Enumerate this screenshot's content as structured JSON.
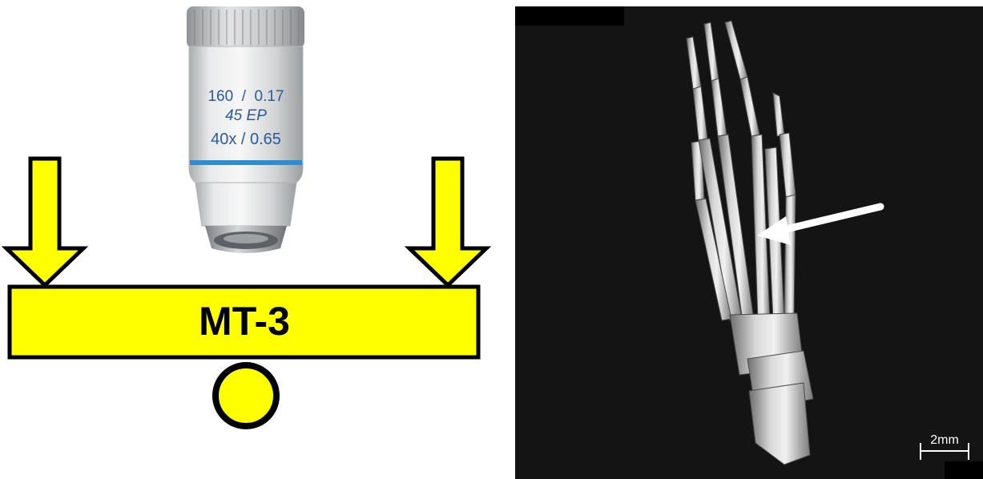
{
  "objective": {
    "line1": "160  /  0.17",
    "line2": "45 EP",
    "line3": "40x / 0.65",
    "colors": {
      "body": "#dcdcdc",
      "band": "#2e8ccf",
      "text": "#2a5aa0"
    }
  },
  "beam": {
    "label": "MT-3",
    "fill": "#ffff00",
    "outline": "#000000"
  },
  "ct_image": {
    "background": "#141414",
    "scale_bar_label": "2mm",
    "arrow_color": "#ffffff"
  }
}
